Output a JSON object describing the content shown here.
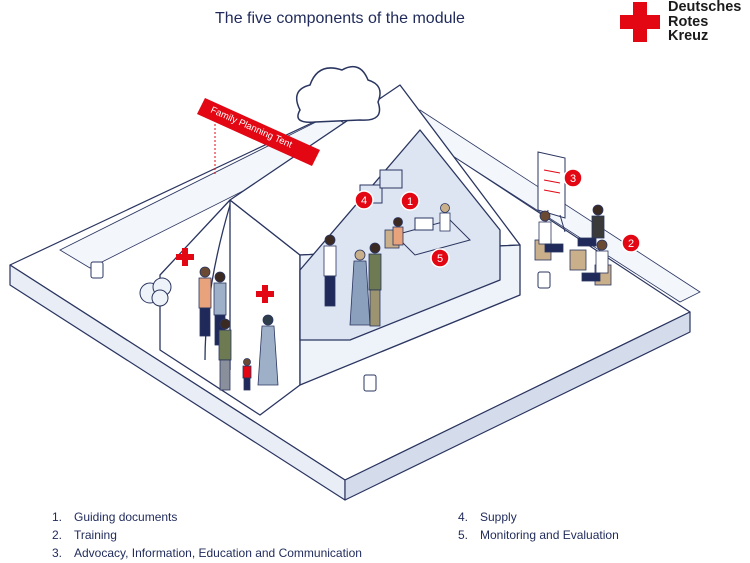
{
  "title": "The five components of the module",
  "logo": {
    "line1": "Deutsches",
    "line2": "Rotes",
    "line3": "Kreuz",
    "cross_color": "#e30613"
  },
  "banner": {
    "text": "Family Planning Tent",
    "color": "#e30613"
  },
  "markers": [
    "1",
    "2",
    "3",
    "4",
    "5"
  ],
  "legend": {
    "left": [
      {
        "num": "1.",
        "label": "Guiding documents"
      },
      {
        "num": "2.",
        "label": "Training"
      },
      {
        "num": "3.",
        "label": "Advocacy, Information, Education and Communication"
      }
    ],
    "right": [
      {
        "num": "4.",
        "label": "Supply"
      },
      {
        "num": "5.",
        "label": "Monitoring and Evaluation"
      }
    ]
  },
  "colors": {
    "navy": "#1f2a5a",
    "red": "#e30613",
    "light_blue": "#e8edf6",
    "outline": "#2a3560"
  }
}
